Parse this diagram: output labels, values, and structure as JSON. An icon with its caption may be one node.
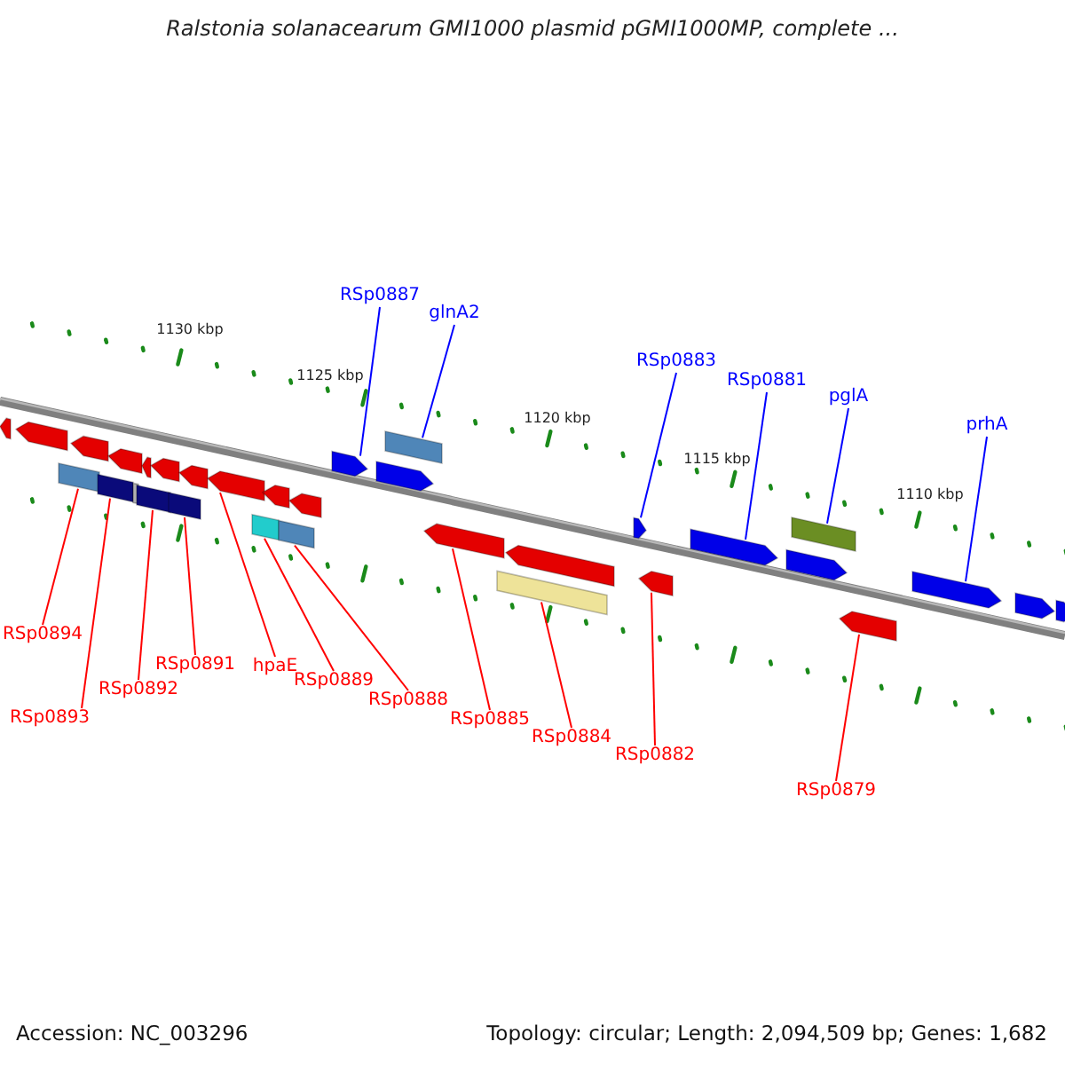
{
  "diagram": {
    "title": "Ralstonia solanacearum GMI1000 plasmid pGMI1000MP, complete ...",
    "nodes": [
      {
        "text": [],
        "shape": "arrow"
      },
      {
        "text": [],
        "shape": "arrow"
      },
      {
        "text": [],
        "shape": "arrow"
      },
      {
        "text": [],
        "shape": "arrow"
      },
      {
        "text": [],
        "shape": "arrow"
      },
      {
        "text": [],
        "shape": "arrow"
      },
      {
        "text": [],
        "shape": "arrow"
      },
      {
        "text": [],
        "shape": "arrow"
      },
      {
        "text": [],
        "shape": "arrow"
      },
      {
        "text": [],
        "shape": "arrow"
      },
      {
        "text": [],
        "shape": "bar"
      },
      {
        "text": [],
        "shape": "bar"
      },
      {
        "text": [],
        "shape": "bar"
      },
      {
        "text": [],
        "shape": "bar"
      },
      {
        "text": [],
        "shape": "bar"
      },
      {
        "text": [],
        "shape": "bar"
      },
      {
        "text": [],
        "shape": "bar"
      },
      {
        "text": [],
        "shape": "arrow"
      },
      {
        "text": [],
        "shape": "arrow"
      },
      {
        "text": [],
        "shape": "bar"
      },
      {
        "text": [],
        "shape": "arrow"
      },
      {
        "text": [],
        "shape": "arrow"
      },
      {
        "text": [],
        "shape": "bar"
      },
      {
        "text": [],
        "shape": "arrow"
      },
      {
        "text": [],
        "shape": "arrow"
      },
      {
        "text": [],
        "shape": "arrow"
      },
      {
        "text": [],
        "shape": "bar"
      },
      {
        "text": [],
        "shape": "arrow"
      },
      {
        "text": [],
        "shape": "arrow"
      },
      {
        "text": [],
        "shape": "arrow"
      },
      {
        "text": [],
        "shape": "arrow"
      },
      {
        "text": [],
        "shape": "arrow"
      },
      {
        "text": [
          "RSp0887"
        ]
      },
      {
        "text": [
          "glnA2"
        ]
      },
      {
        "text": [
          "RSp0883"
        ]
      },
      {
        "text": [
          "RSp0881"
        ]
      },
      {
        "text": [
          "pglA"
        ]
      },
      {
        "text": [
          "prhA"
        ]
      },
      {
        "text": [
          "RSp0894"
        ]
      },
      {
        "text": [
          "RSp0892"
        ]
      },
      {
        "text": [
          "RSp0893"
        ]
      },
      {
        "text": [
          "RSp0891"
        ]
      },
      {
        "text": [
          "hpaE"
        ]
      },
      {
        "text": [
          "RSp0889"
        ]
      },
      {
        "text": [
          "RSp0888"
        ]
      },
      {
        "text": [
          "RSp0885"
        ]
      },
      {
        "text": [
          "RSp0884"
        ]
      },
      {
        "text": [
          "RSp0882"
        ]
      },
      {
        "text": [
          "RSp0879"
        ]
      }
    ],
    "edges": [
      {
        "from": 32,
        "to": 17,
        "arrow": "none",
        "color": "#0000ff"
      },
      {
        "from": 33,
        "to": 19,
        "arrow": "none",
        "color": "#0000ff"
      },
      {
        "from": 34,
        "to": 23,
        "arrow": "none",
        "color": "#0000ff"
      },
      {
        "from": 35,
        "to": 25,
        "arrow": "none",
        "color": "#0000ff"
      },
      {
        "from": 36,
        "to": 26,
        "arrow": "none",
        "color": "#0000ff"
      },
      {
        "from": 37,
        "to": 29,
        "arrow": "none",
        "color": "#0000ff"
      },
      {
        "from": 38,
        "to": 10,
        "arrow": "none"
      },
      {
        "from": 39,
        "to": 13,
        "arrow": "none"
      },
      {
        "from": 40,
        "to": 11,
        "arrow": "none"
      },
      {
        "from": 41,
        "to": 14,
        "arrow": "none"
      },
      {
        "from": 42,
        "to": 7,
        "arrow": "none"
      },
      {
        "from": 43,
        "to": 15,
        "arrow": "none"
      },
      {
        "from": 44,
        "to": 16,
        "arrow": "none"
      },
      {
        "from": 45,
        "to": 20,
        "arrow": "none"
      },
      {
        "from": 46,
        "to": 22,
        "arrow": "none"
      },
      {
        "from": 47,
        "to": 24,
        "arrow": "none"
      },
      {
        "from": 48,
        "to": 28,
        "arrow": "none"
      }
    ],
    "labels": [
      "1130 kbp",
      "1125 kbp",
      "1120 kbp",
      "1115 kbp",
      "1110 kbp",
      "Accession: NC_003296",
      "Topology: circular; Length: 2,094,509 bp; Genes: 1,682"
    ]
  }
}
